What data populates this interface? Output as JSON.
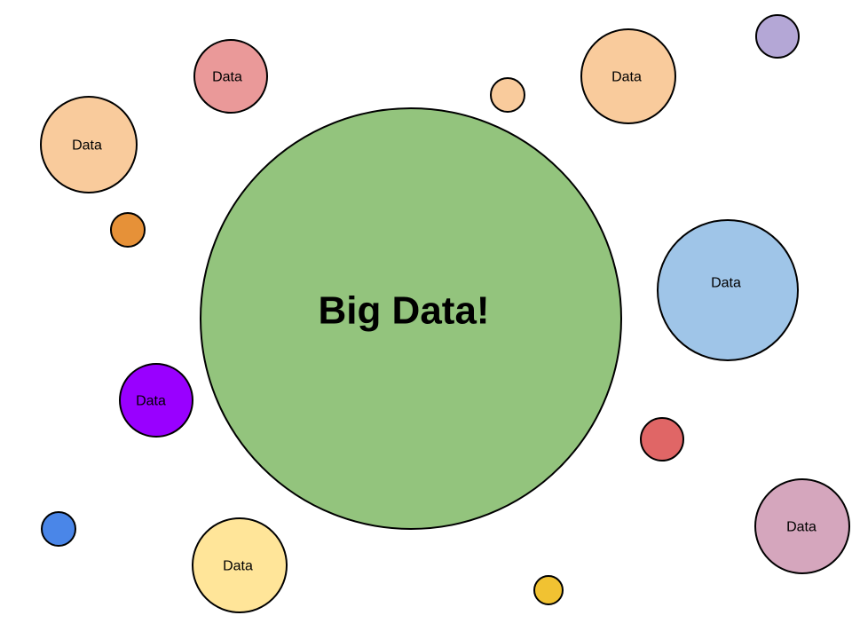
{
  "center": {
    "label": "Big Data!",
    "color": "#93c47d"
  },
  "bubbles": [
    {
      "label": "Data",
      "color": "#ea9999"
    },
    {
      "label": "Data",
      "color": "#f9cb9c"
    },
    {
      "label": "",
      "color": "#f9cb9c"
    },
    {
      "label": "Data",
      "color": "#f9cb9c"
    },
    {
      "label": "",
      "color": "#b4a7d6"
    },
    {
      "label": "",
      "color": "#e69138"
    },
    {
      "label": "Data",
      "color": "#9fc5e8"
    },
    {
      "label": "Data",
      "color": "#9900ff"
    },
    {
      "label": "",
      "color": "#e06666"
    },
    {
      "label": "",
      "color": "#4a86e8"
    },
    {
      "label": "Data",
      "color": "#ffe599"
    },
    {
      "label": "",
      "color": "#f1c232"
    },
    {
      "label": "Data",
      "color": "#d5a6bd"
    }
  ]
}
